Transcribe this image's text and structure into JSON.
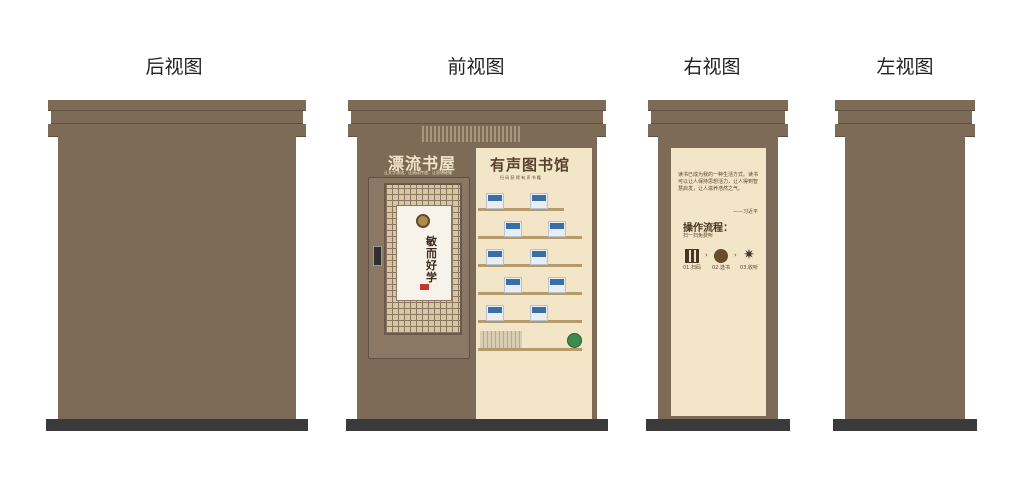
{
  "views": {
    "back": "后视图",
    "front": "前视图",
    "right": "右视图",
    "left": "左视图"
  },
  "front_panel": {
    "brand": "漂流书屋",
    "brand_slogan": "让文字漂流，让阅读传递，让思想碰撞",
    "poster_text": "敏而好学",
    "audio_library_title": "有声图书馆",
    "audio_library_subtitle": "扫 码 获 得 有 声 书 籍"
  },
  "side_panel": {
    "quote": "读书已成为我的一种生活方式。读书可以让人保持思想活力，让人得到智慧启发，让人滋养浩然之气。",
    "quote_author": "——习近平",
    "process_title": "操作流程：",
    "process_subtitle": "扫一扫免费听",
    "steps": [
      "01.扫码",
      "02.选书",
      "03.收听"
    ]
  },
  "colors": {
    "body": "#7d6b58",
    "panel": "#f3e6c8",
    "base": "#3a3a3a"
  },
  "icons": [
    "qr-code-icon",
    "headphone-icon",
    "gear-icon",
    "globe-icon",
    "keypad-icon"
  ]
}
